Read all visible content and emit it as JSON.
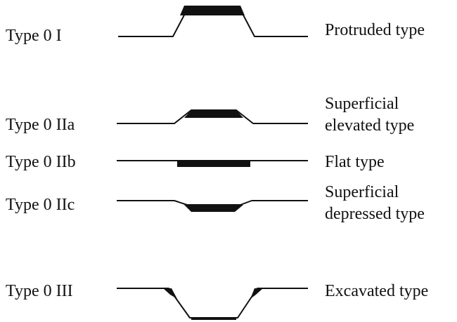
{
  "rows": [
    {
      "type_label": "Type 0 I",
      "description_lines": [
        "Protruded type"
      ]
    },
    {
      "type_label": "Type 0 IIa",
      "description_lines": [
        "Superficial",
        "elevated type"
      ]
    },
    {
      "type_label": "Type 0 IIb",
      "description_lines": [
        "Flat type"
      ]
    },
    {
      "type_label": "Type 0 IIc",
      "description_lines": [
        "Superficial",
        "depressed type"
      ]
    },
    {
      "type_label": "Type 0 III",
      "description_lines": [
        "Excavated type"
      ]
    }
  ],
  "colors": {
    "line": "#111111",
    "lesion_fill": "#111111"
  }
}
